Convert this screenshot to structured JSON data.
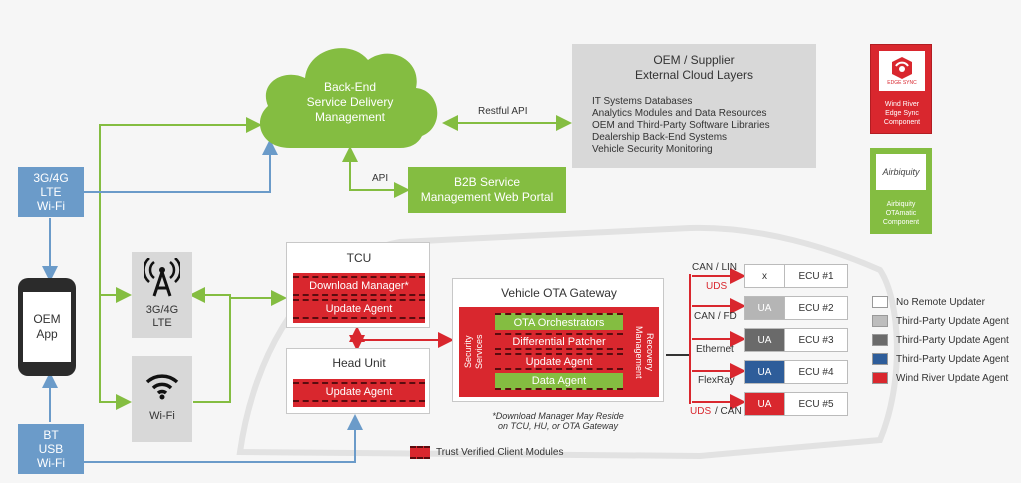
{
  "cloud": {
    "label": "Back-End\nService Delivery\nManagement"
  },
  "external_cloud": {
    "title": "OEM / Supplier\nExternal Cloud Layers",
    "items": [
      "IT Systems Databases",
      "Analytics Modules and Data Resources",
      "OEM and Third-Party Software Libraries",
      "Dealership Back-End Systems",
      "Vehicle Security Monitoring"
    ]
  },
  "labels": {
    "restful_api": "Restful API",
    "api": "API"
  },
  "b2b_portal": "B2B Service\nManagement Web Portal",
  "wind_river_component": {
    "logo_text": "EDGE SYNC",
    "caption": "Wind River\nEdge Sync\nComponent"
  },
  "airbiquity_component": {
    "logo_text": "Airbiquity",
    "caption": "Airbiquity\nOTAmatic\nComponent"
  },
  "network_3g_wifi": "3G/4G\nLTE\nWi-Fi",
  "oem_app": "OEM\nApp",
  "network_bt": "BT\nUSB\nWi-Fi",
  "cellular": {
    "label": "3G/4G\nLTE",
    "icon": "antenna-icon"
  },
  "wifi": {
    "label": "Wi-Fi",
    "icon": "wifi-icon"
  },
  "tcu": {
    "title": "TCU",
    "modules": [
      "Download Manager*",
      "Update Agent"
    ]
  },
  "head_unit": {
    "title": "Head Unit",
    "modules": [
      "Update Agent"
    ]
  },
  "gateway": {
    "title": "Vehicle OTA Gateway",
    "left_label": "Security\nServices",
    "right_label": "Recovery\nManagement",
    "modules": [
      "OTA Orchestrators",
      "Differential Patcher",
      "Update Agent",
      "Data Agent"
    ]
  },
  "footnote": "*Download Manager May Reside\non TCU, HU, or OTA Gateway",
  "bus_labels": [
    "CAN / LIN",
    "UDS",
    "CAN / FD",
    "Ethernet",
    "FlexRay",
    "UDS",
    "/ CAN"
  ],
  "ecus": [
    {
      "agent": "x",
      "name": "ECU #1",
      "agent_color": "#ffffff"
    },
    {
      "agent": "UA",
      "name": "ECU #2",
      "agent_color": "#b5b5b5"
    },
    {
      "agent": "UA",
      "name": "ECU #3",
      "agent_color": "#6a6a6a"
    },
    {
      "agent": "UA",
      "name": "ECU #4",
      "agent_color": "#2e5d9a"
    },
    {
      "agent": "UA",
      "name": "ECU #5",
      "agent_color": "#d9272e"
    }
  ],
  "legend": [
    {
      "label": "No Remote Updater",
      "color": "#ffffff"
    },
    {
      "label": "Third-Party Update Agent",
      "color": "#bdbdbd"
    },
    {
      "label": "Third-Party Update Agent",
      "color": "#6a6a6a"
    },
    {
      "label": "Third-Party Update Agent",
      "color": "#2e5d9a"
    },
    {
      "label": "Wind River Update Agent",
      "color": "#d9272e"
    }
  ],
  "trust_label": "Trust Verified Client Modules",
  "colors": {
    "green": "#84bd41",
    "blue": "#6b9bc9",
    "red": "#d9272e",
    "gray": "#d8d8d8"
  }
}
